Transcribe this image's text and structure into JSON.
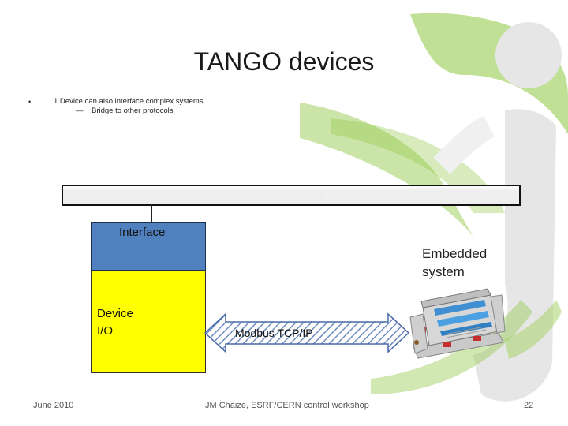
{
  "slide": {
    "title": "TANGO devices",
    "bullet": {
      "marker": "•",
      "text": "1 Device can also interface complex systems",
      "sub_marker": "—",
      "sub_text": "Bridge to other protocols"
    }
  },
  "diagram": {
    "bus_label": "TANGO Software Bus",
    "interface_label": "Interface",
    "device_label_1": "Device",
    "device_label_2": "I/O",
    "embedded_label_1": "Embedded",
    "embedded_label_2": "system",
    "link_label": "Modbus TCP/IP"
  },
  "footer": {
    "date": "June 2010",
    "event": "JM Chaize, ESRF/CERN control workshop",
    "page_number": "22"
  },
  "colors": {
    "interface_fill": "#5080bd",
    "device_fill": "#ffff00",
    "background_logo": "#8cc63f",
    "background_logo_gray": "#e6e6e6",
    "link_arrow": "#6f8cc0"
  },
  "icons": {
    "embedded_device": "plc-hardware-icon",
    "logo": "decorative-logo"
  }
}
